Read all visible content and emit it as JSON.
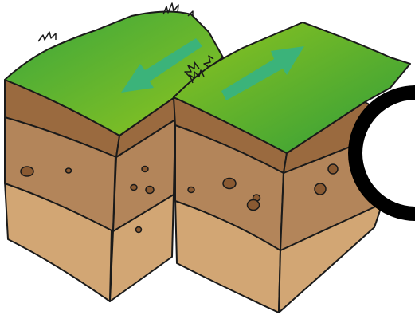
{
  "diagram": {
    "subject": "transform-fault-block",
    "motion": [
      "left-block-moves-left",
      "right-block-moves-right"
    ],
    "layers": [
      "grass-surface",
      "topsoil",
      "middle-soil",
      "bedrock"
    ]
  },
  "colors": {
    "grass_light": "#8dc21f",
    "grass_dark": "#2e9e3c",
    "topsoil": "#9a6a3f",
    "middle_soil": "#b3855a",
    "bedrock": "#d2a674",
    "pebble": "#8a5a32",
    "arrow": "#3bb37a",
    "outline": "#1a1a1a",
    "magnifier_ring": "#000000"
  }
}
